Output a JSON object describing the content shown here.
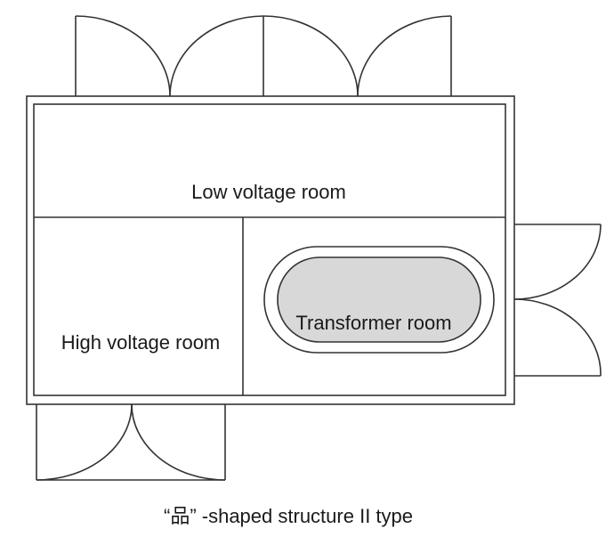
{
  "rooms": {
    "low_voltage": "Low voltage room",
    "high_voltage": "High voltage room",
    "transformer": "Transformer room"
  },
  "caption": "“品” -shaped structure II type"
}
